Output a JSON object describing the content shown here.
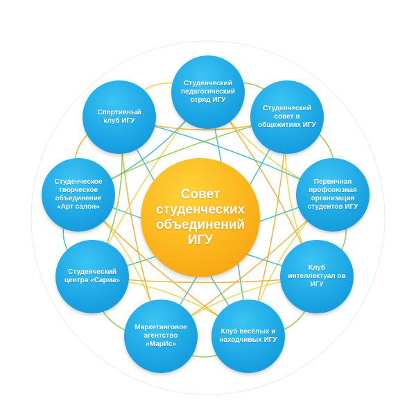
{
  "center": {
    "label": "Совет студенческих объединений ИГУ",
    "color": "#fbb51b"
  },
  "nodes": [
    {
      "id": "pedotryad",
      "label": "Студенческий педагогический отряд ИГУ"
    },
    {
      "id": "sovet-obsch",
      "label": "Студенческий совет в общежитиях ИГУ"
    },
    {
      "id": "profsoyuz",
      "label": "Первичная профсоюзная организация студентов ИГУ"
    },
    {
      "id": "klub-intel",
      "label": "Клуб интеллектуал ов ИГУ"
    },
    {
      "id": "kvn",
      "label": "Клуб весёлых и находчивых ИГУ"
    },
    {
      "id": "maris",
      "label": "Маркетинговое агентство «МарИс»"
    },
    {
      "id": "sarma",
      "label": "Студенческий центра «Сарма»"
    },
    {
      "id": "art-salon",
      "label": "Студенческое творческое объединение «Арт салон»"
    },
    {
      "id": "sport",
      "label": "Спортивный клуб ИГУ"
    }
  ],
  "colors": {
    "node": "#1aa4e3",
    "link_orange": "#f5a623",
    "link_yellow": "#e9d23a",
    "link_green": "#8cc63f",
    "link_teal": "#3ab7b0"
  }
}
